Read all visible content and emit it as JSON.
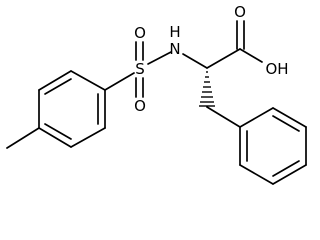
{
  "molecule": {
    "atom_labels": {
      "sulfur": "S",
      "sulfonyl_oxygen_top": "O",
      "sulfonyl_oxygen_bottom": "O",
      "nitrogen": "N",
      "nitrogen_hydrogen": "H",
      "carbonyl_oxygen": "O",
      "hydroxyl": "OH"
    }
  }
}
